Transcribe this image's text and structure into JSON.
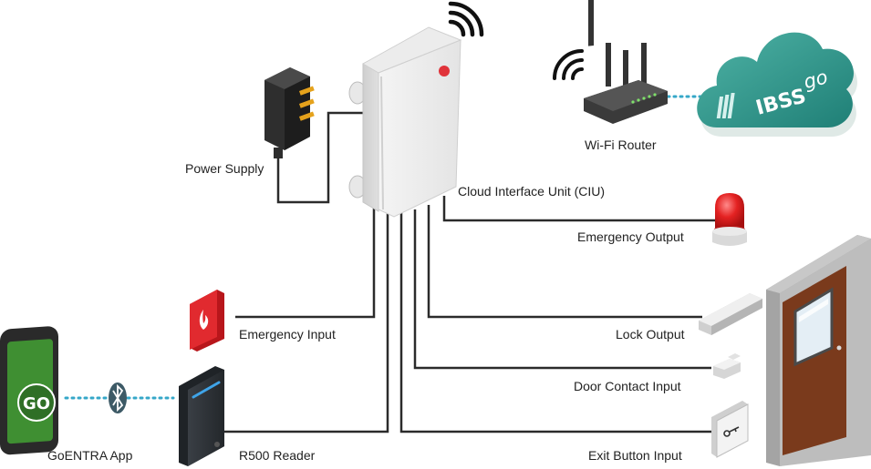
{
  "labels": {
    "power_supply": "Power Supply",
    "ciu": "Cloud Interface Unit (CIU)",
    "wifi_router": "Wi-Fi Router",
    "emergency_output": "Emergency Output",
    "emergency_input": "Emergency Input",
    "lock_output": "Lock Output",
    "door_contact_input": "Door Contact Input",
    "exit_button_input": "Exit Button Input",
    "goentra_app": "GoENTRA App",
    "r500_reader": "R500 Reader"
  },
  "cloud": {
    "brand": "IBSS",
    "brand_suffix": "go"
  },
  "phone": {
    "app_text": "GO"
  },
  "colors": {
    "wire": "#2b2b2b",
    "dotted_link": "#35a7c8",
    "beacon": "#e02020",
    "door": "#7a3a1c",
    "cloud": "#2f9a8f",
    "phone_screen": "#3f8f32",
    "reader_led": "#3fa4e8"
  },
  "icons": [
    "wifi-signal-icon",
    "bluetooth-icon",
    "fire-alarm-icon",
    "key-icon"
  ]
}
